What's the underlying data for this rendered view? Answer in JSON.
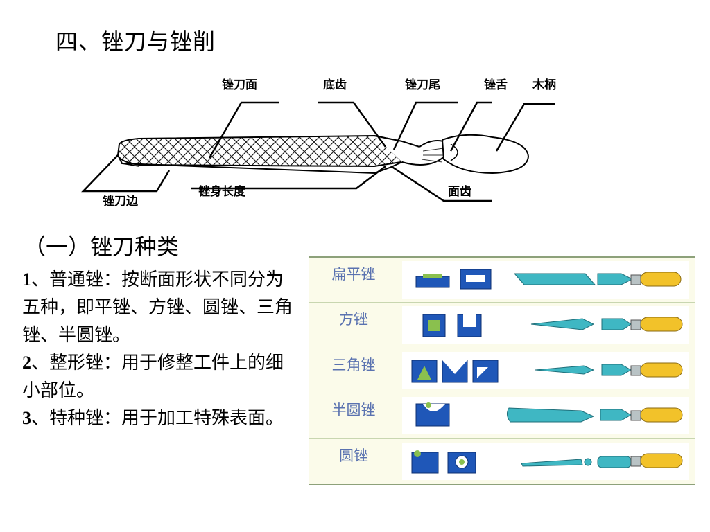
{
  "slide": {
    "title": "四、锉刀与锉削",
    "section_heading": "（一）锉刀种类"
  },
  "diagram": {
    "labels": {
      "file_face": "锉刀面",
      "bottom_tooth": "底齿",
      "file_tail": "锉刀尾",
      "file_tang": "锉舌",
      "wood_handle": "木柄",
      "file_edge": "锉刀边",
      "body_length": "锉身长度",
      "face_tooth": "面齿"
    }
  },
  "body": {
    "item1_num": "1",
    "item1_text": "、普通锉：按断面形状不同分为五种，即平锉、方锉、圆锉、三角锉、半圆锉。",
    "item2_num": "2",
    "item2_text": "、整形锉：用于修整工件上的细小部位。",
    "item3_num": "3",
    "item3_text": "、特种锉：用于加工特殊表面。"
  },
  "file_types": [
    {
      "name": "扁平锉"
    },
    {
      "name": "方锉"
    },
    {
      "name": "三角锉"
    },
    {
      "name": "半圆锉"
    },
    {
      "name": "圆锉"
    }
  ],
  "colors": {
    "table_label": "#5a72b0",
    "table_border": "#8da17a",
    "table_bg": "#fbfbea",
    "section_blue": "#1f57b8",
    "file_teal": "#3fb7c3",
    "handle_yellow": "#f2c22a"
  }
}
